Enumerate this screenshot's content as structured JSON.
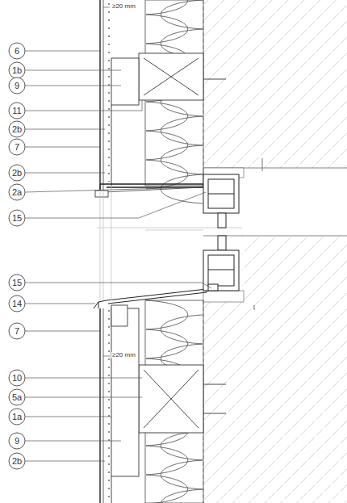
{
  "diagram": {
    "labels": [
      "6",
      "1b",
      "9",
      "11",
      "2b",
      "7",
      "2b",
      "2a",
      "15",
      "15",
      "14",
      "7",
      "10",
      "5a",
      "1a",
      "9",
      "2b",
      "≥20 mm",
      "≥20 mm"
    ]
  }
}
